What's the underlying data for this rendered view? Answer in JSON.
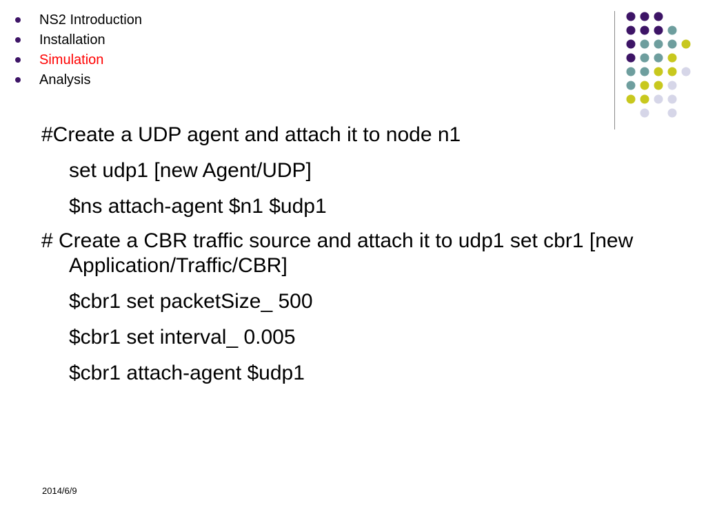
{
  "nav": {
    "items": [
      {
        "label": "NS2 Introduction",
        "active": false
      },
      {
        "label": "Installation",
        "active": false
      },
      {
        "label": "Simulation",
        "active": true
      },
      {
        "label": "Analysis",
        "active": false
      }
    ],
    "bullet_color": "#3d1466",
    "active_color": "#ff0000",
    "text_color": "#000000"
  },
  "content": {
    "lines": [
      {
        "text": "#Create a UDP agent and attach it to node n1",
        "level": 0
      },
      {
        "text": "set udp1 [new Agent/UDP]",
        "level": 1
      },
      {
        "text": "$ns attach-agent $n1 $udp1",
        "level": 1
      },
      {
        "text": "# Create a CBR traffic source and attach it to udp1 set cbr1 [new Application/Traffic/CBR]",
        "level": 0
      },
      {
        "text": "$cbr1 set packetSize_ 500",
        "level": 1
      },
      {
        "text": "$cbr1 set interval_ 0.005",
        "level": 1
      },
      {
        "text": "$cbr1 attach-agent $udp1",
        "level": 1
      }
    ]
  },
  "footer": {
    "date": "2014/6/9"
  },
  "decor": {
    "palette": {
      "purple": "#3d1466",
      "teal": "#6e9e9e",
      "olive": "#c8c81e",
      "lavender": "#d6d6e8",
      "divider": "#8a8a8a"
    },
    "grid": [
      [
        "purple",
        "purple",
        "purple",
        null,
        null
      ],
      [
        "purple",
        "purple",
        "purple",
        "teal",
        null
      ],
      [
        "purple",
        "teal",
        "teal",
        "teal",
        "olive"
      ],
      [
        "purple",
        "teal",
        "teal",
        "olive",
        null
      ],
      [
        "teal",
        "teal",
        "olive",
        "olive",
        "lavender"
      ],
      [
        "teal",
        "olive",
        "olive",
        "lavender",
        null
      ],
      [
        "olive",
        "olive",
        "lavender",
        "lavender",
        null
      ],
      [
        null,
        "lavender",
        null,
        "lavender",
        null
      ]
    ]
  }
}
